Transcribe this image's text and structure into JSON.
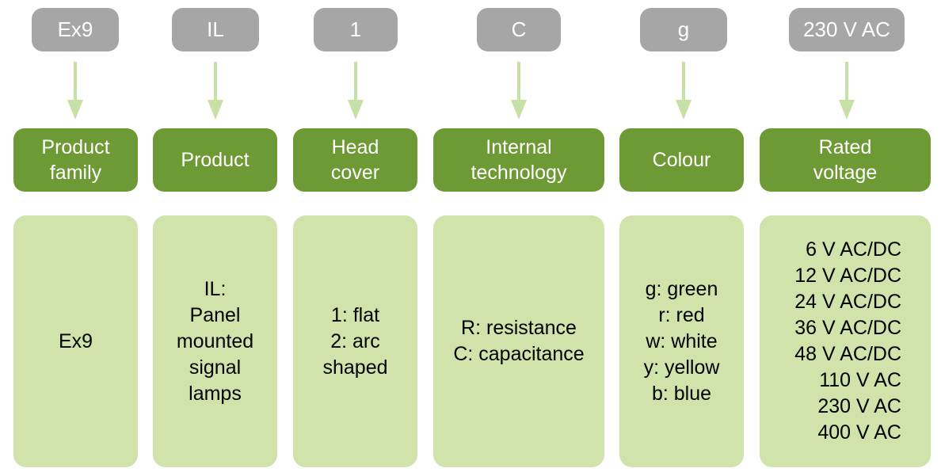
{
  "colors": {
    "code_box": "#a6a6a6",
    "label_box": "#6d9a34",
    "detail_box": "#d0e3ab",
    "arrow": "#c6e0a5"
  },
  "columns": [
    {
      "code": "Ex9",
      "label": "Product\nfamily",
      "detail": "Ex9"
    },
    {
      "code": "IL",
      "label": "Product",
      "detail": "IL:\nPanel\nmounted\nsignal\nlamps"
    },
    {
      "code": "1",
      "label": "Head\ncover",
      "detail": "1: flat\n2: arc\nshaped"
    },
    {
      "code": "C",
      "label": "Internal\ntechnology",
      "detail": "R: resistance\nC: capacitance"
    },
    {
      "code": "g",
      "label": "Colour",
      "detail": "g: green\nr: red\nw: white\ny: yellow\nb: blue"
    },
    {
      "code": "230 V AC",
      "label": "Rated\nvoltage",
      "detail": "6 V AC/DC\n12 V AC/DC\n24 V AC/DC\n36 V AC/DC\n48 V AC/DC\n110 V AC\n230 V AC\n400 V AC"
    }
  ]
}
